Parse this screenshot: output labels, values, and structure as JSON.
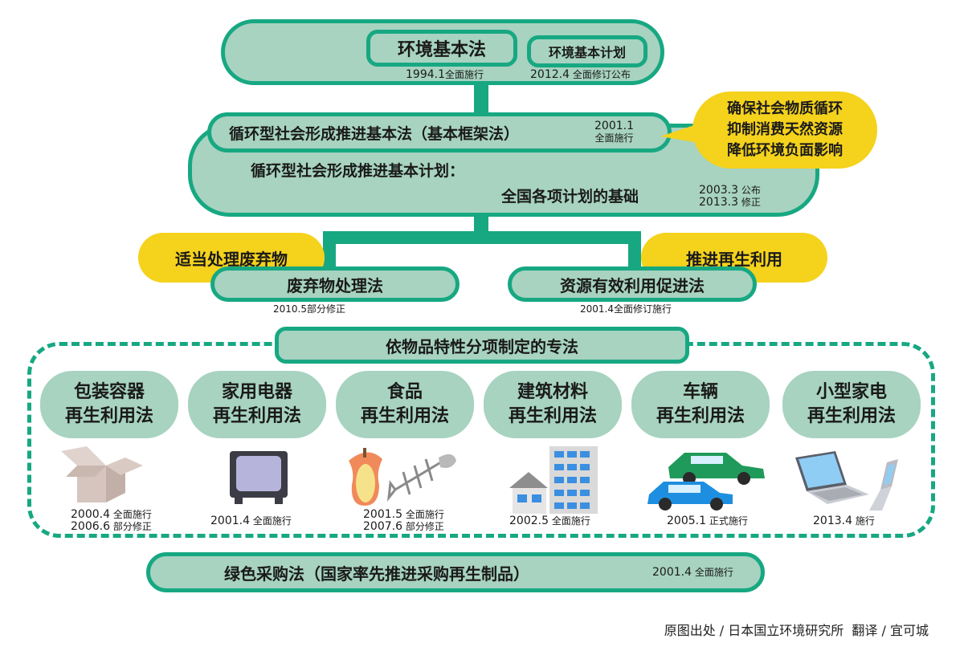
{
  "top": {
    "law": "环境基本法",
    "plan": "环境基本计划",
    "law_date": "1994.1",
    "law_note": "全面施行",
    "plan_date": "2012.4",
    "plan_note": "全面修订公布"
  },
  "framework": {
    "law": "循环型社会形成推进基本法（基本框架法）",
    "law_date": "2001.1",
    "law_note": "全面施行",
    "plan_line1": "循环型社会形成推进基本计划：",
    "plan_line2": "全国各项计划的基础",
    "plan_date1": "2003.3",
    "plan_note1": "公布",
    "plan_date2": "2013.3",
    "plan_note2": "修正"
  },
  "goals_bubble": [
    "确保社会物质循环",
    "抑制消费天然资源",
    "降低环境负面影响"
  ],
  "left_branch": {
    "tag": "适当处理废弃物",
    "law": "废弃物处理法",
    "date": "2010.5部分修正"
  },
  "right_branch": {
    "tag": "推进再生利用",
    "law": "资源有效利用促进法",
    "date": "2001.4全面修订施行"
  },
  "specific": {
    "header": "依物品特性分项制定的专法",
    "items": [
      {
        "line1": "包装容器",
        "line2": "再生利用法",
        "icon": "box-icon",
        "date1": "2000.4",
        "note1": "全面施行",
        "date2": "2006.6",
        "note2": "部分修正"
      },
      {
        "line1": "家用电器",
        "line2": "再生利用法",
        "icon": "tv-icon",
        "date1": "2001.4",
        "note1": "全面施行"
      },
      {
        "line1": "食品",
        "line2": "再生利用法",
        "icon": "food-waste-icon",
        "date1": "2001.5",
        "note1": "全面施行",
        "date2": "2007.6",
        "note2": "部分修正"
      },
      {
        "line1": "建筑材料",
        "line2": "再生利用法",
        "icon": "building-icon",
        "date1": "2002.5",
        "note1": "全面施行"
      },
      {
        "line1": "车辆",
        "line2": "再生利用法",
        "icon": "car-icon",
        "date1": "2005.1",
        "note1": "正式施行"
      },
      {
        "line1": "小型家电",
        "line2": "再生利用法",
        "icon": "laptop-phone-icon",
        "date1": "2013.4",
        "note1": "施行"
      }
    ]
  },
  "green": {
    "law": "绿色采购法（国家率先推进采购再生制品）",
    "date": "2001.4",
    "note": "全面施行"
  },
  "credit": "原图出处 / 日本国立环境研究所  翻译 / 宜可城",
  "colors": {
    "pill_fill": "#a7d3c0",
    "pill_border": "#17a882",
    "highlight": "#f5d21c"
  }
}
